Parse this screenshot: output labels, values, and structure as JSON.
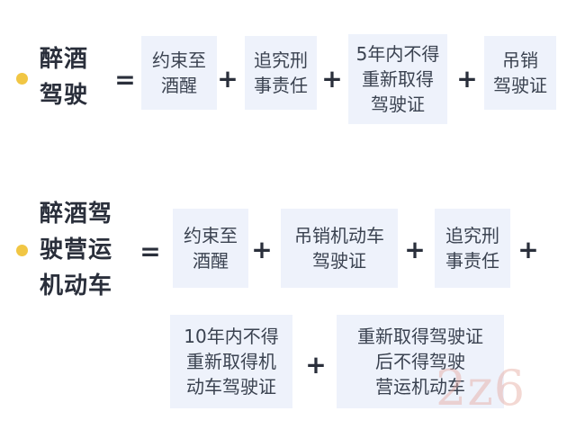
{
  "colors": {
    "accent_dot": "#f1c644",
    "box_bg": "#eef2fb",
    "heading_text": "#2a2f3b",
    "box_text": "#3a4250",
    "watermark": "#e6a9a0"
  },
  "section1": {
    "title": "醉酒\n驾驶",
    "equals": "=",
    "items": [
      {
        "text": "约束至\n酒醒"
      },
      {
        "text": "追究刑\n事责任"
      },
      {
        "text": "5年内不得\n重新取得\n驾驶证"
      },
      {
        "text": "吊销\n驾驶证"
      }
    ],
    "plus": "+"
  },
  "section2": {
    "title": "醉酒驾\n驶营运\n机动车",
    "equals": "=",
    "items": [
      {
        "text": "约束至\n酒醒"
      },
      {
        "text": "吊销机动车\n驾驶证"
      },
      {
        "text": "追究刑\n事责任"
      },
      {
        "text": "10年内不得\n重新取得机\n动车驾驶证"
      },
      {
        "text": "重新取得驾驶证\n后不得驾驶\n营运机动车"
      }
    ],
    "plus": "+"
  },
  "watermark": "2z6"
}
